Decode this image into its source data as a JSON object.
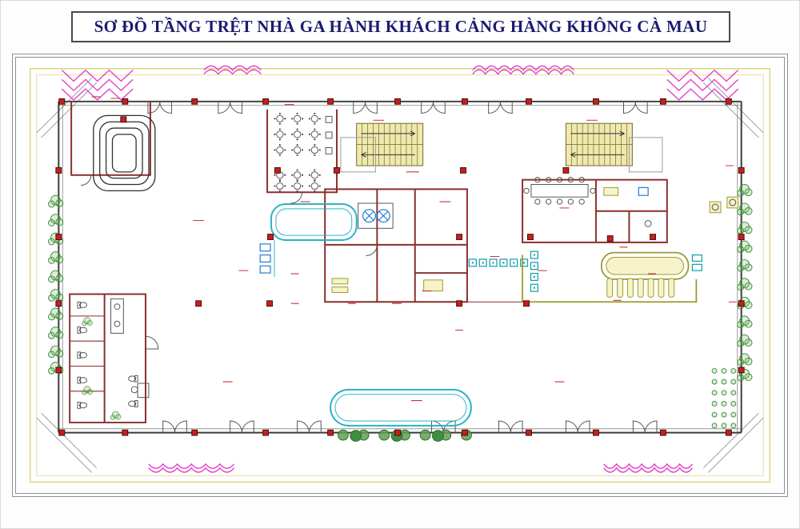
{
  "title": {
    "text": "SƠ ĐỒ TẦNG TRỆT NHÀ GA HÀNH KHÁCH CẢNG HÀNG KHÔNG CÀ MAU"
  },
  "plan": {
    "type": "architectural-floor-plan",
    "colors": {
      "title_color": "#1b1b6f",
      "wall": "#8a2f2b",
      "column": "#c81e1e",
      "boundary": "#d9d27a",
      "glass_canopy": "#2ab3c6",
      "landscape": "#3f8f3f",
      "hatch": "#e03ec8",
      "stair": "#f0e9ad",
      "fixture_olive": "#9a9a2e",
      "label": "#cc3333",
      "frame": "#8f8f8f"
    },
    "features": [
      "site-boundary",
      "corner-chamfers",
      "corner-hatching",
      "landscape-scallops",
      "exterior-walls",
      "column-grid",
      "entrance-doors",
      "ramp-loop",
      "cafe-area",
      "staircase-left",
      "staircase-right",
      "escalator-left",
      "escalator-right",
      "central-offices",
      "queue-loop",
      "checkin-counters",
      "meeting-room",
      "baggage-belt",
      "side-tables",
      "restrooms",
      "dropoff-canopy",
      "trees-row",
      "waiting-seats",
      "planting-left",
      "planting-right",
      "room-labels"
    ]
  }
}
